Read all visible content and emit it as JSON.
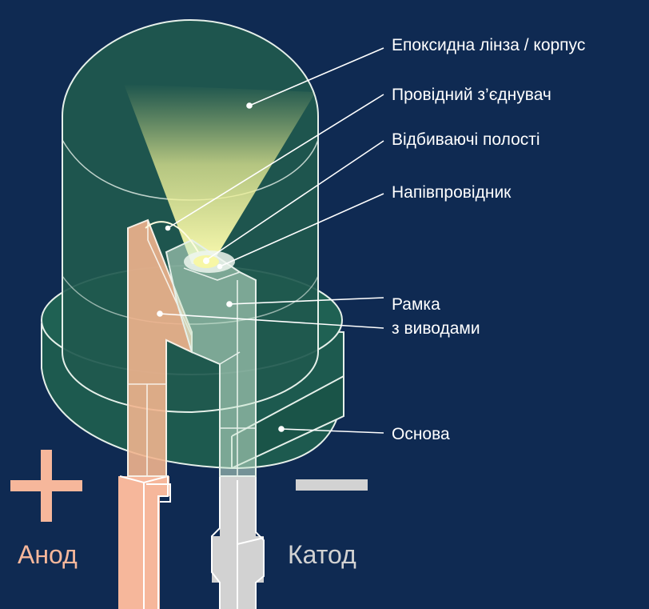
{
  "labels": {
    "lens": "Епоксидна лінза / корпус",
    "wire": "Провідний з’єднувач",
    "cavity": "Відбиваючі полості",
    "semiconductor": "Напівпровідник",
    "frame_line1": "Рамка",
    "frame_line2": "з виводами",
    "base": "Основа"
  },
  "terminals": {
    "anode": "Анод",
    "cathode": "Катод"
  },
  "colors": {
    "background": "#0f2a52",
    "anode": "#f6b79b",
    "cathode": "#d2d2d2",
    "lens": "#1d5a4f",
    "light": "#f2f2a0"
  }
}
